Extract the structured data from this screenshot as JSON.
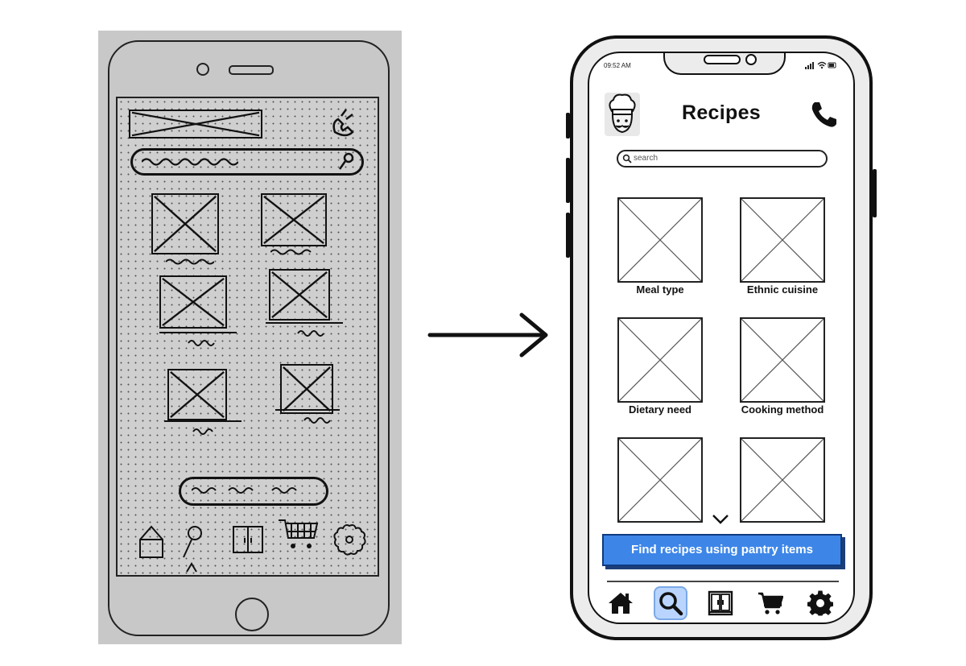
{
  "sketch": {
    "description_icons": [
      "home-icon",
      "search-icon",
      "pantry-icon",
      "cart-icon",
      "settings-icon"
    ]
  },
  "status_bar": {
    "time": "09:52 AM"
  },
  "header": {
    "title": "Recipes",
    "logo_icon": "chef-icon",
    "contact_icon": "phone-icon"
  },
  "search": {
    "placeholder": "search",
    "icon": "search-icon"
  },
  "categories": [
    {
      "label": "Meal type"
    },
    {
      "label": "Ethnic cuisine"
    },
    {
      "label": "Dietary need"
    },
    {
      "label": "Cooking method"
    },
    {
      "label": ""
    },
    {
      "label": ""
    }
  ],
  "scroll_indicator": "chevron-down-icon",
  "cta": {
    "label": "Find recipes using pantry items",
    "color": "#3d86e8"
  },
  "tabbar": {
    "items": [
      {
        "icon": "home-icon",
        "active": false
      },
      {
        "icon": "search-icon",
        "active": true
      },
      {
        "icon": "pantry-icon",
        "active": false
      },
      {
        "icon": "cart-icon",
        "active": false
      },
      {
        "icon": "settings-icon",
        "active": false
      }
    ],
    "active_color": "#b9d5ff"
  }
}
